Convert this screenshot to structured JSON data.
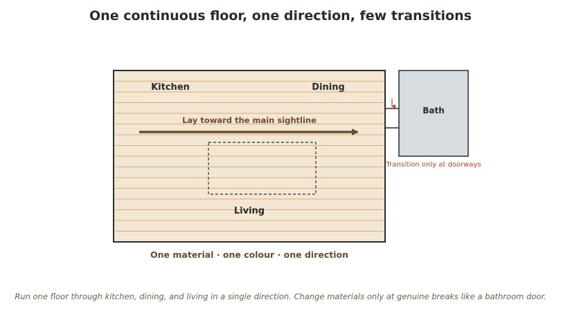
{
  "title": "One continuous floor, one direction, few transitions",
  "rooms": {
    "kitchen": "Kitchen",
    "dining": "Dining",
    "living": "Living",
    "bath": "Bath"
  },
  "direction_label": "Lay toward the main sightline",
  "floor_summary": "One material · one colour · one direction",
  "transition_note": "Transition only at doorways",
  "caption": "Run one floor through kitchen, dining, and living in a single direction. Change materials only at genuine breaks like a bathroom door.",
  "colors": {
    "floor_fill": "#f3e6d3",
    "plank_line": "#d4ae7f",
    "outline": "#2b2b2b",
    "arrow": "#6b4c2e",
    "bath_fill": "#d7dce0",
    "transition_accent": "#c0432c"
  }
}
